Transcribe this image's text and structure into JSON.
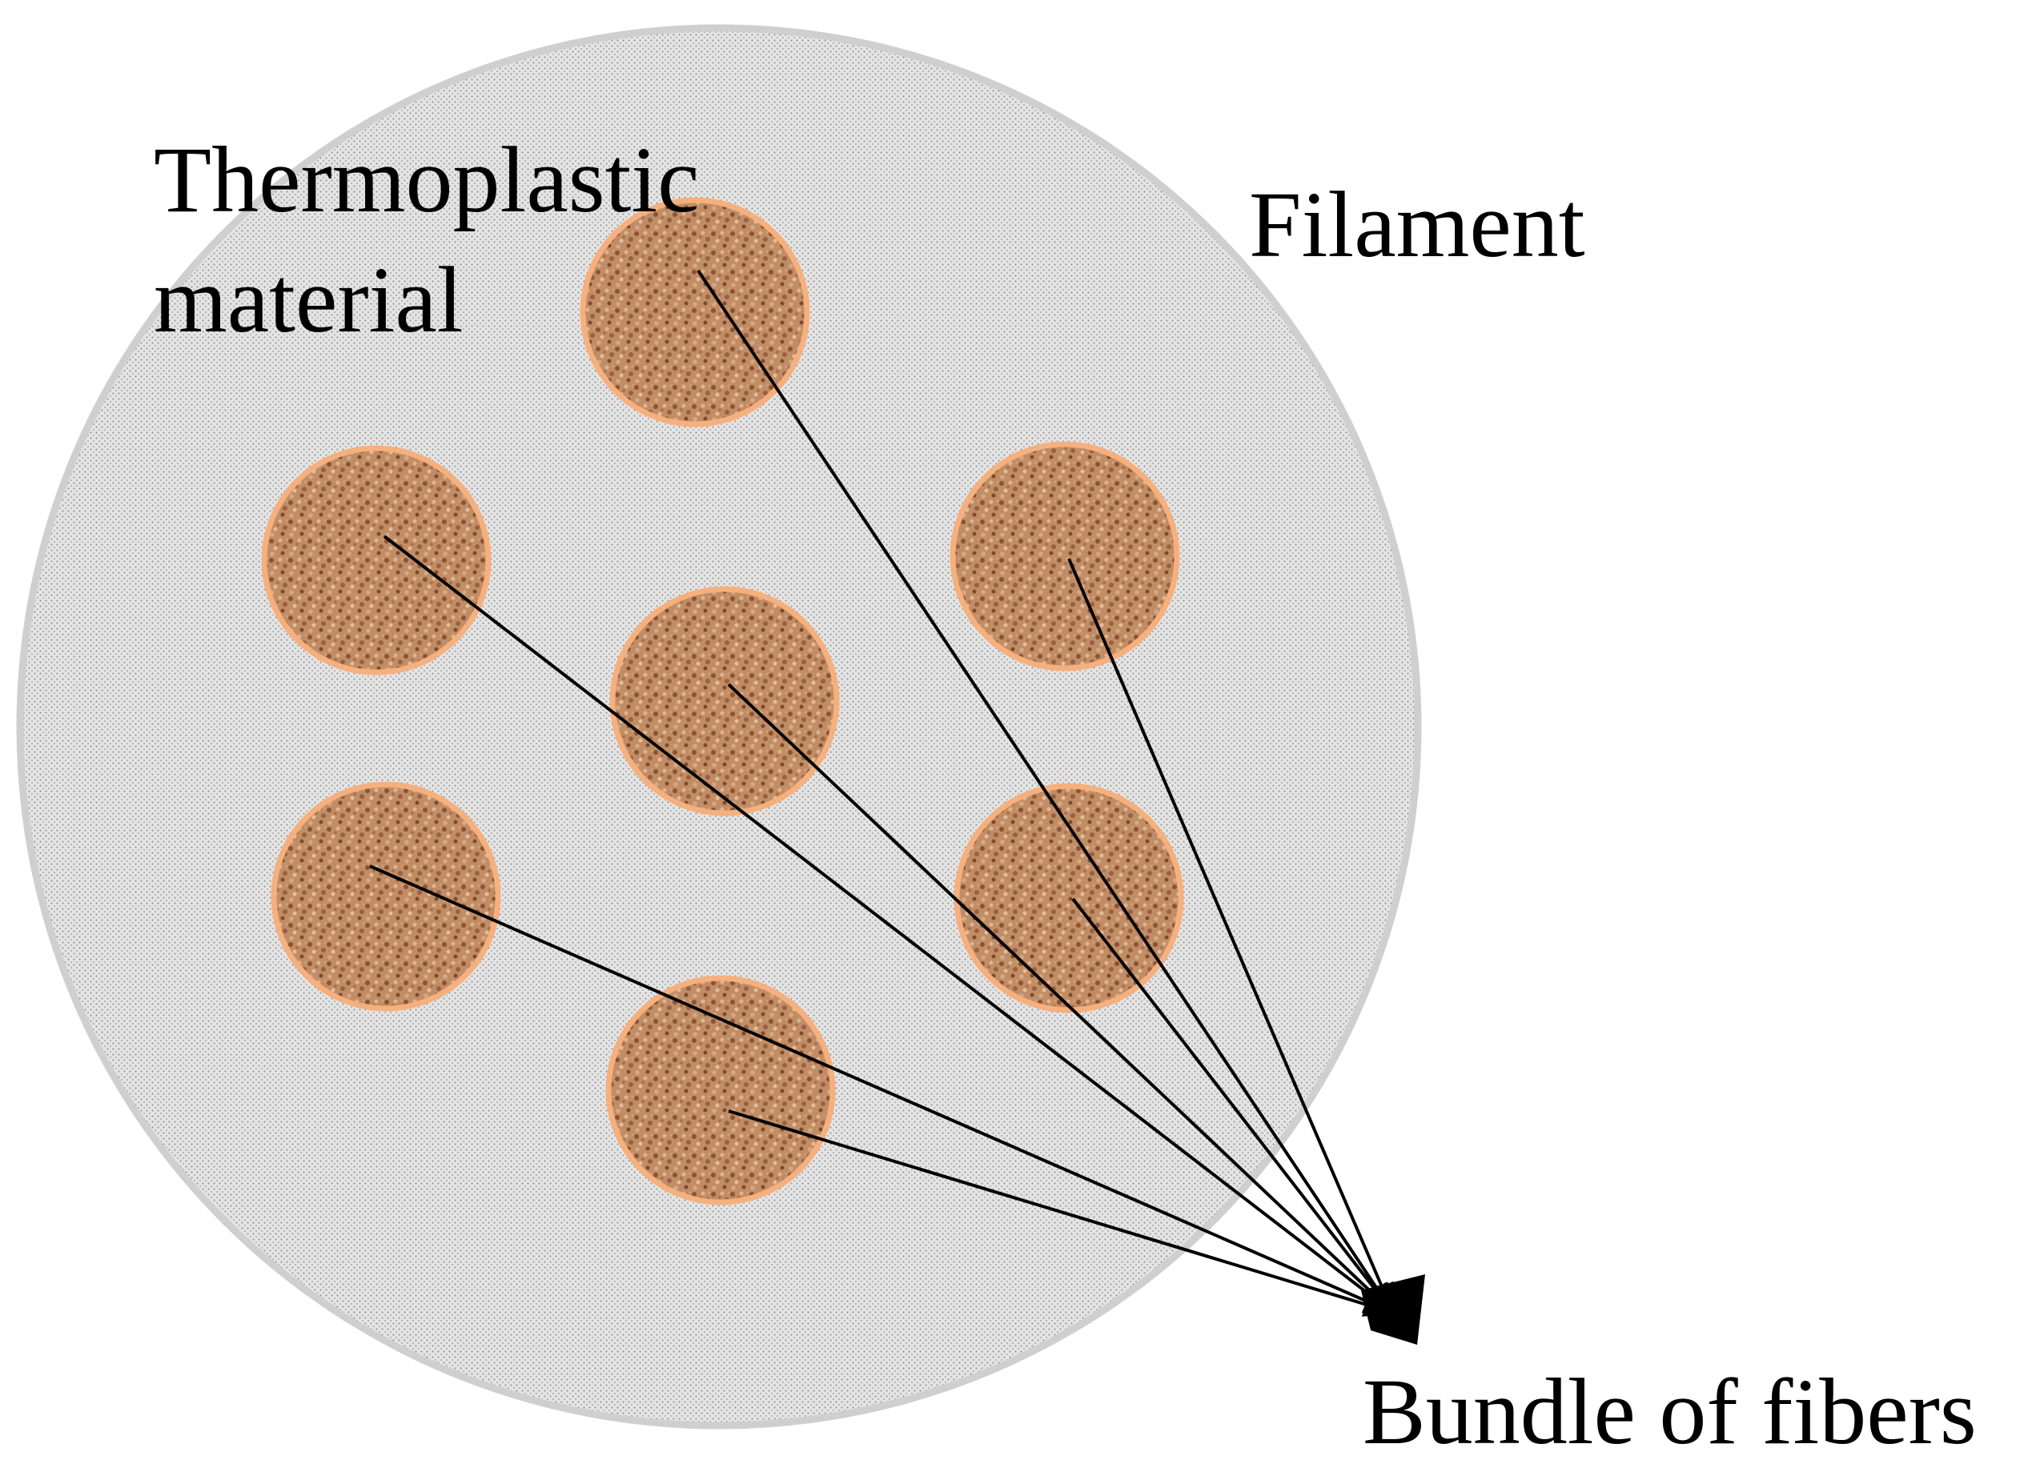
{
  "diagram": {
    "labels": {
      "thermoplastic": "Thermoplastic\nmaterial",
      "filament": "Filament",
      "bundle": "Bundle of fibers"
    },
    "elements": {
      "filament_fill": "#e3e3e3",
      "filament_edge": "#cfcfcf",
      "fiber_fill": "#b9865f",
      "fiber_edge": "#f5b07e",
      "arrow_color": "#000000",
      "text_color": "#000000"
    },
    "fiber_count": 7
  }
}
